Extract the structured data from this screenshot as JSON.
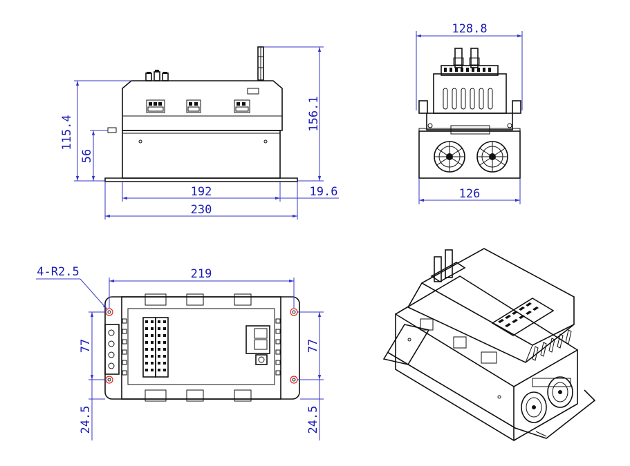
{
  "dimensions": {
    "front_height_total": "115.4",
    "front_height_base": "56",
    "front_overall_height": "156.1",
    "front_inner_width": "192",
    "front_flange": "19.6",
    "front_overall_width": "230",
    "side_top_width": "128.8",
    "side_bottom_width": "126",
    "plan_hole_note": "4-R2.5",
    "plan_width": "219",
    "plan_left_pitch": "77",
    "plan_right_pitch": "77",
    "plan_left_offset": "24.5",
    "plan_right_offset": "24.5"
  }
}
